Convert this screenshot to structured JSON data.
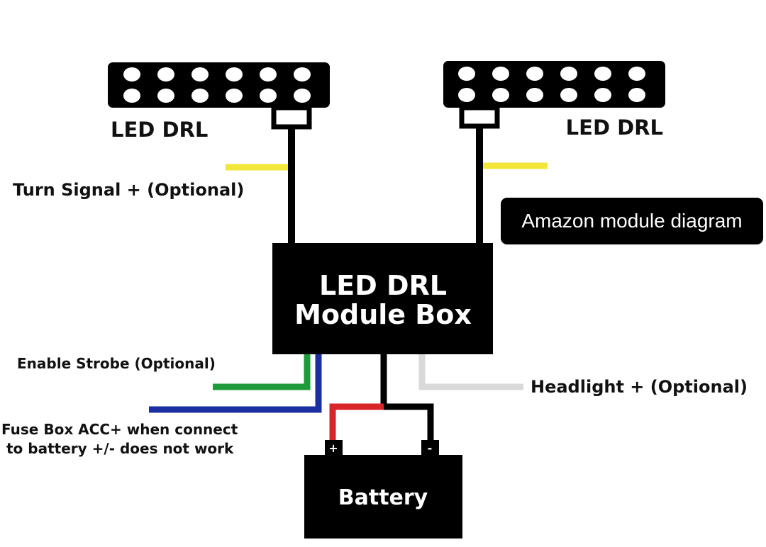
{
  "caption": "Amazon module diagram",
  "colors": {
    "turn_signal_wire": "#f2e63a",
    "strobe_wire": "#1f9a3a",
    "fuse_acc_wire": "#1b2fa0",
    "headlight_wire": "#d9d9d9",
    "positive_wire": "#d8252a",
    "main_wire": "#000000"
  },
  "components": {
    "left_drl": {
      "label": "LED DRL",
      "led_rows": 2,
      "leds_per_row": 6
    },
    "right_drl": {
      "label": "LED DRL",
      "led_rows": 2,
      "leds_per_row": 6
    },
    "module_box": {
      "line1": "LED DRL",
      "line2": "Module Box"
    },
    "battery": {
      "label": "Battery",
      "positive_terminal": "+",
      "negative_terminal": "-"
    }
  },
  "wires": {
    "turn_signal": "Turn Signal + (Optional)",
    "enable_strobe": "Enable Strobe (Optional)",
    "fuse_box_line1": "Fuse Box ACC+ when connect",
    "fuse_box_line2": "to battery +/- does not work",
    "headlight": "Headlight + (Optional)"
  }
}
